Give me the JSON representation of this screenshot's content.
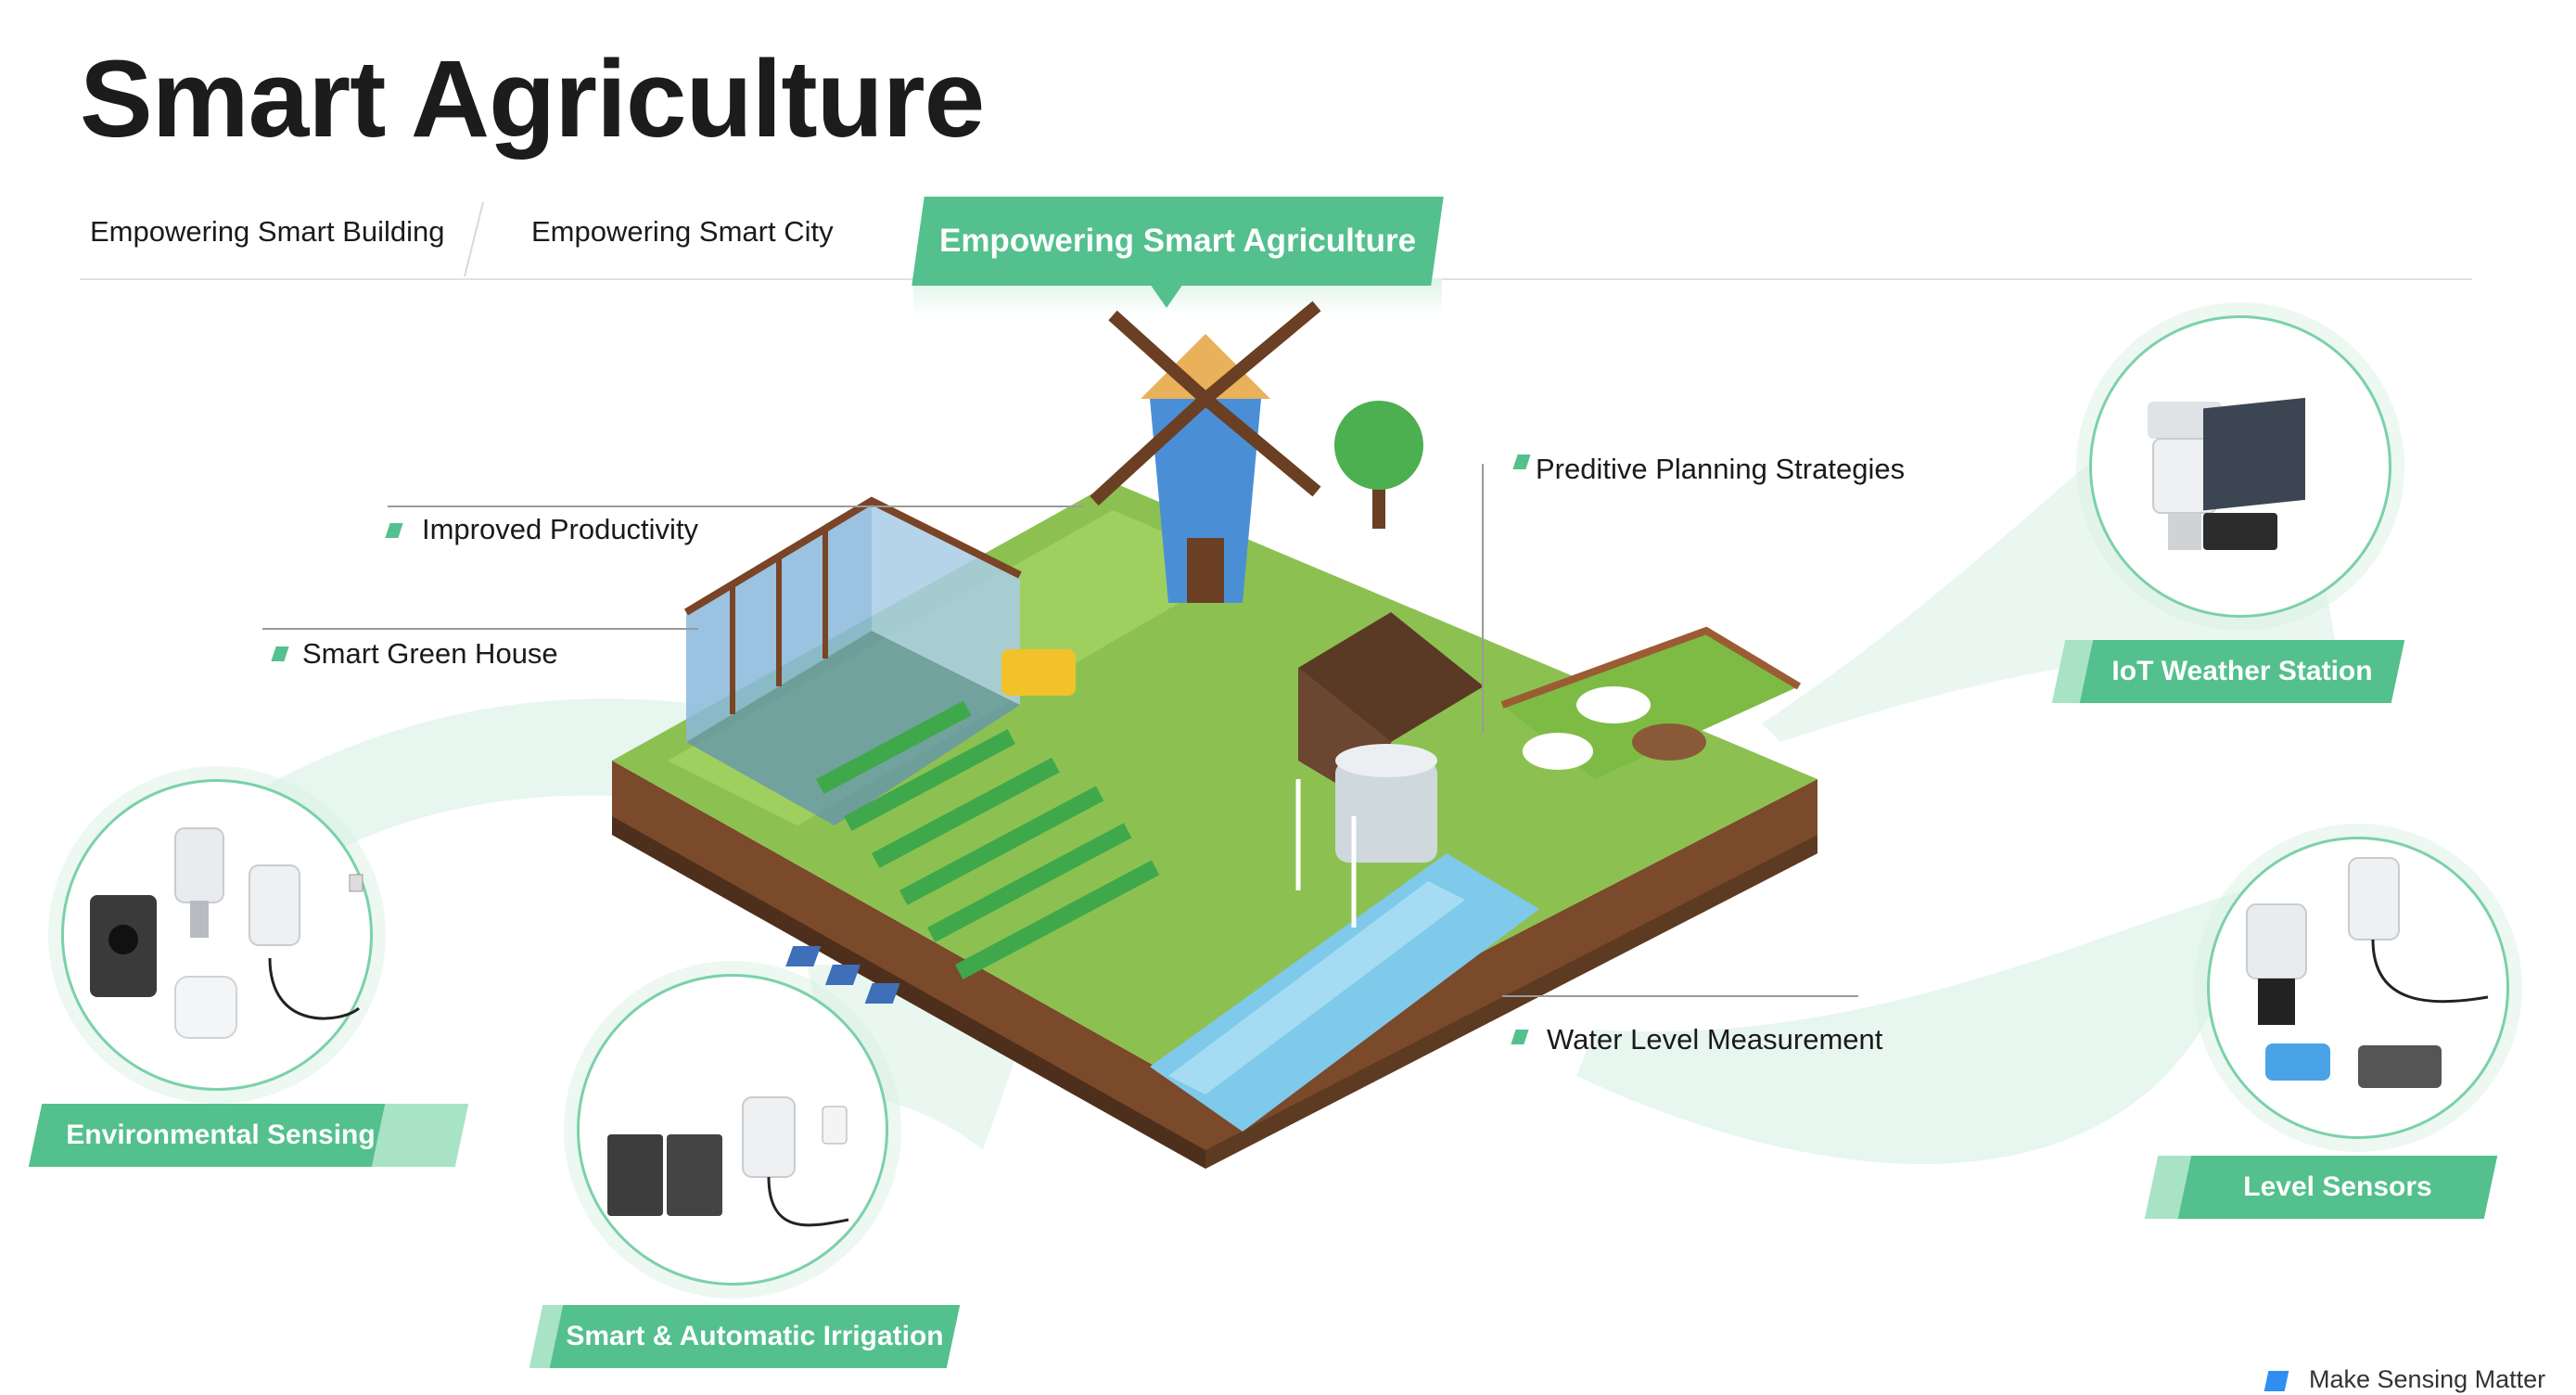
{
  "page": {
    "title": "Smart Agriculture"
  },
  "nav": {
    "tabs": [
      {
        "label": "Empowering Smart Building",
        "active": false
      },
      {
        "label": "Empowering Smart City",
        "active": false
      },
      {
        "label": "Empowering Smart Agriculture",
        "active": true
      }
    ]
  },
  "callouts": {
    "improved_productivity": "Improved Productivity",
    "smart_green_house": "Smart Green House",
    "predictive_planning": "Preditive Planning Strategies",
    "water_level": "Water Level Measurement"
  },
  "solutions": {
    "environmental_sensing": "Environmental Sensing",
    "smart_irrigation": "Smart & Automatic Irrigation",
    "iot_weather_station": "IoT Weather Station",
    "level_sensors": "Level Sensors"
  },
  "footer": {
    "tagline": "Make Sensing Matter"
  },
  "colors": {
    "accent_green": "#53c08d",
    "light_green": "#a8e3c6",
    "footer_square": "#2f8ff0"
  }
}
